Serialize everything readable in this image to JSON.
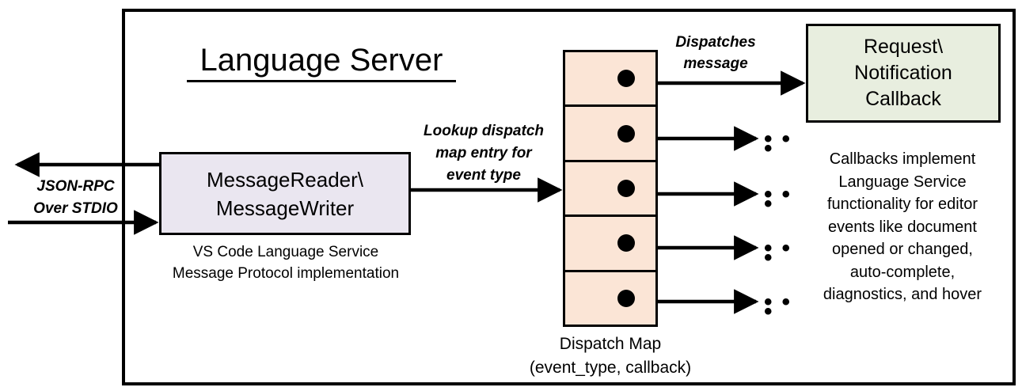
{
  "diagram": {
    "title": "Language Server",
    "boundary_label": "Language Server boundary"
  },
  "stdio": {
    "label_line1": "JSON-RPC",
    "label_line2": "Over STDIO"
  },
  "reader_writer": {
    "line1": "MessageReader\\",
    "line2": "MessageWriter",
    "caption_line1": "VS Code Language Service",
    "caption_line2": "Message Protocol implementation"
  },
  "lookup": {
    "line1": "Lookup dispatch",
    "line2": "map entry for",
    "line3": "event type"
  },
  "dispatch_map": {
    "caption_line1": "Dispatch Map",
    "caption_line2": "(event_type, callback)",
    "row_count": 5,
    "rows": [
      {
        "index": 1,
        "dot": "filled-dot"
      },
      {
        "index": 2,
        "dot": "filled-dot"
      },
      {
        "index": 3,
        "dot": "filled-dot"
      },
      {
        "index": 4,
        "dot": "filled-dot"
      },
      {
        "index": 5,
        "dot": "filled-dot"
      }
    ]
  },
  "dispatches": {
    "line1": "Dispatches",
    "line2": "message"
  },
  "callback": {
    "line1": "Request\\",
    "line2": "Notification",
    "line3": "Callback",
    "description_line1": "Callbacks implement",
    "description_line2": "Language Service",
    "description_line3": "functionality for editor",
    "description_line4": "events like document",
    "description_line5": "opened or changed,",
    "description_line6": "auto-complete,",
    "description_line7": "diagnostics, and hover"
  },
  "ellipses": {
    "glyph": "• • •"
  },
  "colors": {
    "reader_writer_fill": "#EAE6F0",
    "dispatch_map_fill": "#FBE5D6",
    "callback_fill": "#E8EEDF",
    "stroke": "#000000",
    "background": "#FFFFFF"
  }
}
